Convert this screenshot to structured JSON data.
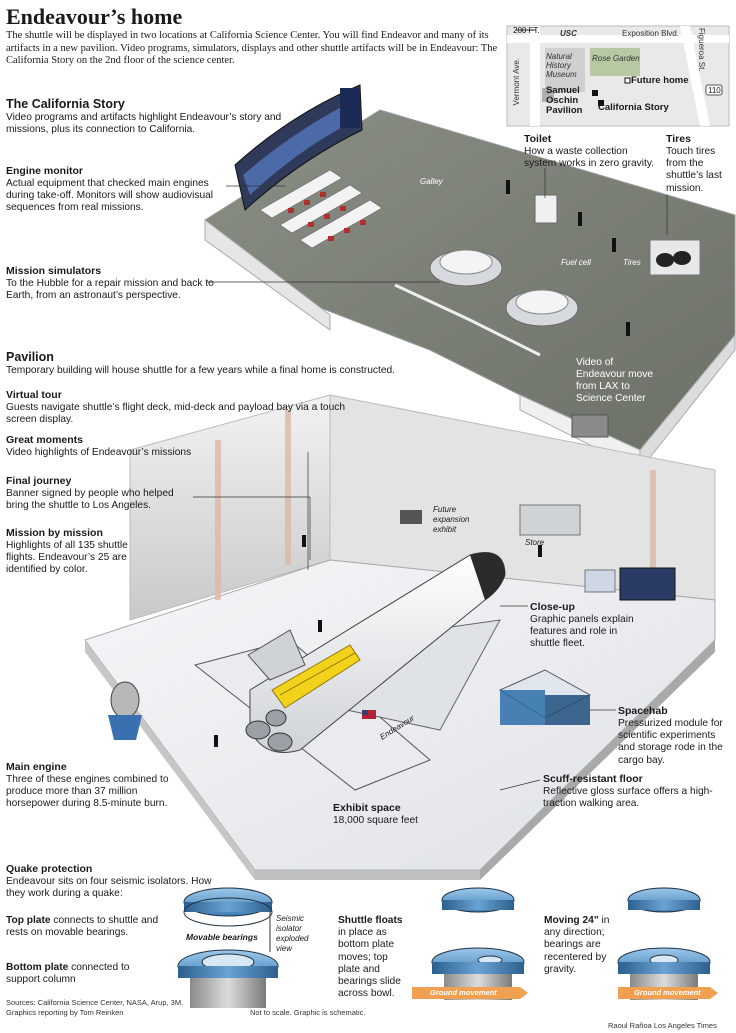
{
  "header": {
    "title": "Endeavour’s home",
    "intro": "The shuttle will be displayed in two locations at California Science Center. You will find Endeavor and many of its artifacts in a new pavilion. Video programs, simulators, displays and other shuttle artifacts will be in Endeavour: The California Story on the 2nd floor of the science center."
  },
  "map": {
    "scale": "200 FT.",
    "usc": "USC",
    "street_top": "Exposition Blvd.",
    "street_left": "Vermont Ave.",
    "street_right": "Figueroa St.",
    "museum": "Natural History Museum",
    "rose_garden": "Rose Garden",
    "oschin": "Samuel Oschin Pavilion",
    "future_home": "Future home",
    "california_story": "California Story",
    "freeway": "110"
  },
  "california_story": {
    "heading": "The California Story",
    "text": "Video programs and artifacts highlight Endeavour’s story and missions, plus its connection to California."
  },
  "labels_left": [
    {
      "heading": "Engine monitor",
      "text": "Actual equipment that checked main engines during take-off. Monitors will show audiovisual sequences from real missions."
    },
    {
      "heading": "Mission simulators",
      "text": "To the Hubble for a repair mission and back to Earth, from an astronaut’s perspective."
    }
  ],
  "pavilion": {
    "heading": "Pavilion",
    "text": "Temporary building will house shuttle for a few years while a final home is constructed."
  },
  "labels_pavilion": [
    {
      "heading": "Virtual tour",
      "text": "Guests navigate shuttle’s flight deck, mid-deck and payload bay via a touch screen display."
    },
    {
      "heading": "Great moments",
      "text": "Video highlights of Endeavour’s missions"
    },
    {
      "heading": "Final journey",
      "text": "Banner signed by people who helped bring the shuttle to Los Angeles."
    },
    {
      "heading": "Mission by mission",
      "text": "Highlights of all 135 shuttle flights. Endeavour’s 25 are identified by color."
    },
    {
      "heading": "Main engine",
      "text": "Three of these engines combined to produce more than 37 million horsepower during 8.5-minute burn."
    }
  ],
  "labels_right": {
    "toilet": {
      "heading": "Toilet",
      "text": "How a waste collection system works in zero gravity."
    },
    "tires": {
      "heading": "Tires",
      "text": "Touch tires from the shuttle’s last mission."
    },
    "video": "Video of Endeavour move from LAX to Science Center",
    "closeup": {
      "heading": "Close-up",
      "text": "Graphic panels explain features and role in shuttle fleet."
    },
    "spacehab": {
      "heading": "Spacehab",
      "text": "Pressurized module for scientific experiments and storage rode in the cargo bay."
    },
    "floor": {
      "heading": "Scuff-resistant floor",
      "text": "Reflective gloss surface offers a high-traction walking area."
    },
    "exhibit": {
      "heading": "Exhibit space",
      "text": "18,000 square feet"
    }
  },
  "scene_labels": {
    "galley": "Galley",
    "fuel_cell": "Fuel cell",
    "tires_small": "Tires",
    "future_expansion": "Future expansion exhibit",
    "store": "Store",
    "shuttle_name": "Endeavour"
  },
  "quake": {
    "heading": "Quake protection",
    "text": "Endeavour sits on four seismic isolators. How they work during a quake:",
    "top_plate_bold": "Top plate",
    "top_plate": " connects to shuttle and rests on movable bearings.",
    "bottom_plate_bold": "Bottom plate",
    "bottom_plate": " connected to support column",
    "movable_bearings": "Movable bearings",
    "exploded": "Seismic isolator exploded view",
    "floats_heading": "Shuttle floats",
    "floats_text": "in place as bottom plate moves; top plate and bearings slide across bowl.",
    "moving_heading": "Moving 24\"",
    "moving_text": "in any direction; bearings are recentered by gravity.",
    "ground_movement": "Ground movement"
  },
  "footer": {
    "sources": "Sources: California Science Center, NASA, Arup, 3M.",
    "reporting": "Graphics reporting by Tom Reinken",
    "note": "Not to scale. Graphic is schematic.",
    "credit": "Raoul Rañoa Los Angeles Times"
  },
  "colors": {
    "floor_gray": "#7a7f75",
    "pavilion_floor": "#eef0f2",
    "wall": "#d9d9d9",
    "accent_blue": "#2d6da8",
    "isolator_blue": "#6fa8d6",
    "ground_arrow": "#f0a050"
  }
}
